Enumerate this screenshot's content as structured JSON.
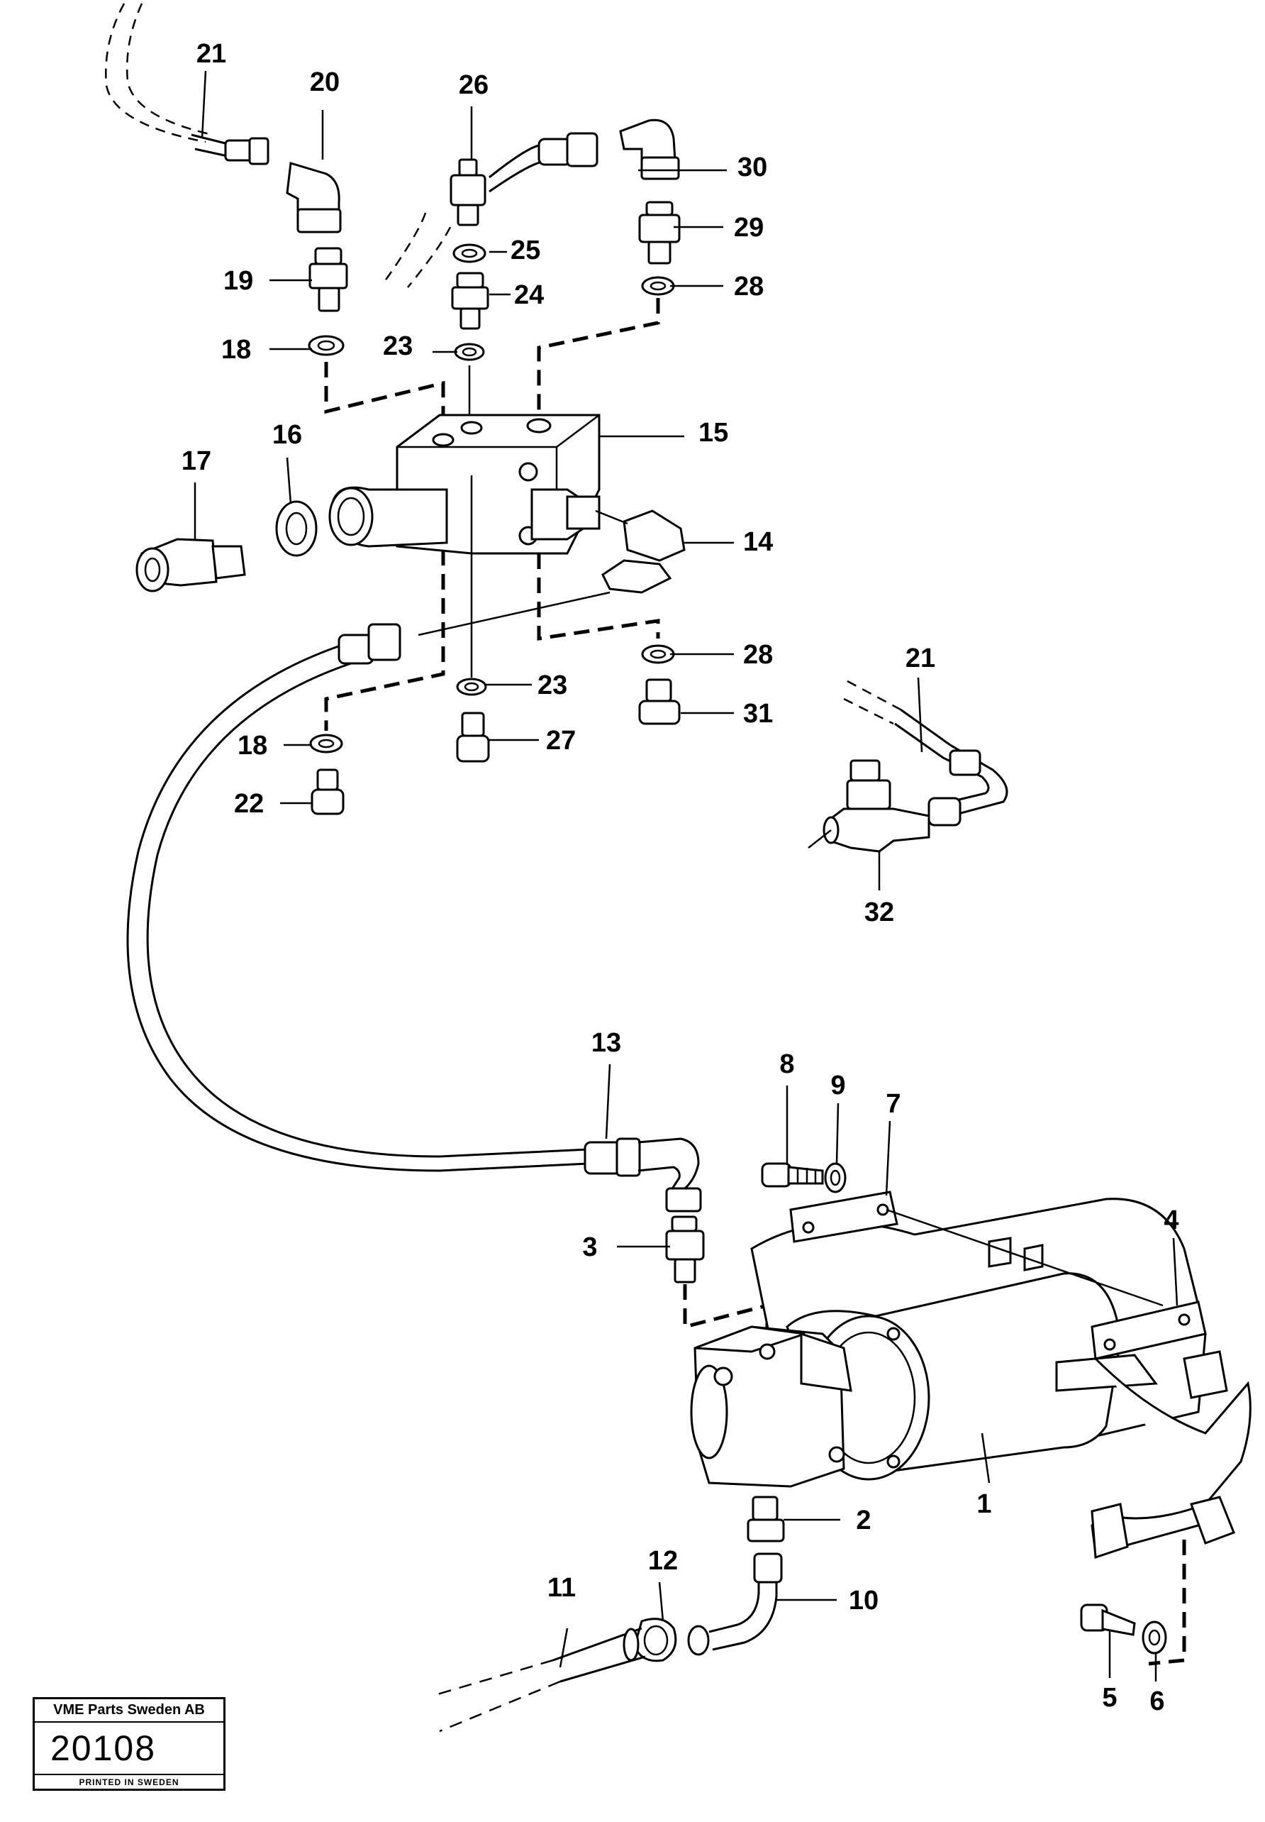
{
  "stamp": {
    "company": "VME Parts Sweden AB",
    "number": "20108",
    "printed": "PRINTED IN SWEDEN"
  },
  "labels": {
    "p1": "1",
    "p2": "2",
    "p3": "3",
    "p4": "4",
    "p5": "5",
    "p6": "6",
    "p7": "7",
    "p8": "8",
    "p9": "9",
    "p10": "10",
    "p11": "11",
    "p12": "12",
    "p13": "13",
    "p14": "14",
    "p15": "15",
    "p16": "16",
    "p17": "17",
    "p18a": "18",
    "p18b": "18",
    "p19": "19",
    "p20": "20",
    "p21a": "21",
    "p21b": "21",
    "p22": "22",
    "p23a": "23",
    "p23b": "23",
    "p24": "24",
    "p25": "25",
    "p26": "26",
    "p27": "27",
    "p28a": "28",
    "p28b": "28",
    "p29": "29",
    "p30": "30",
    "p31": "31",
    "p32": "32"
  }
}
